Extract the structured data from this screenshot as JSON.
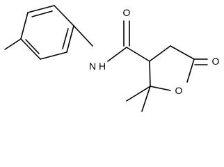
{
  "molecule": {
    "atoms": {
      "amide_nitrogen": "N",
      "amide_hydrogen": "H",
      "amide_oxygen": "O",
      "ring_oxygen": "O",
      "lactone_carbonyl_oxygen": "O"
    }
  }
}
